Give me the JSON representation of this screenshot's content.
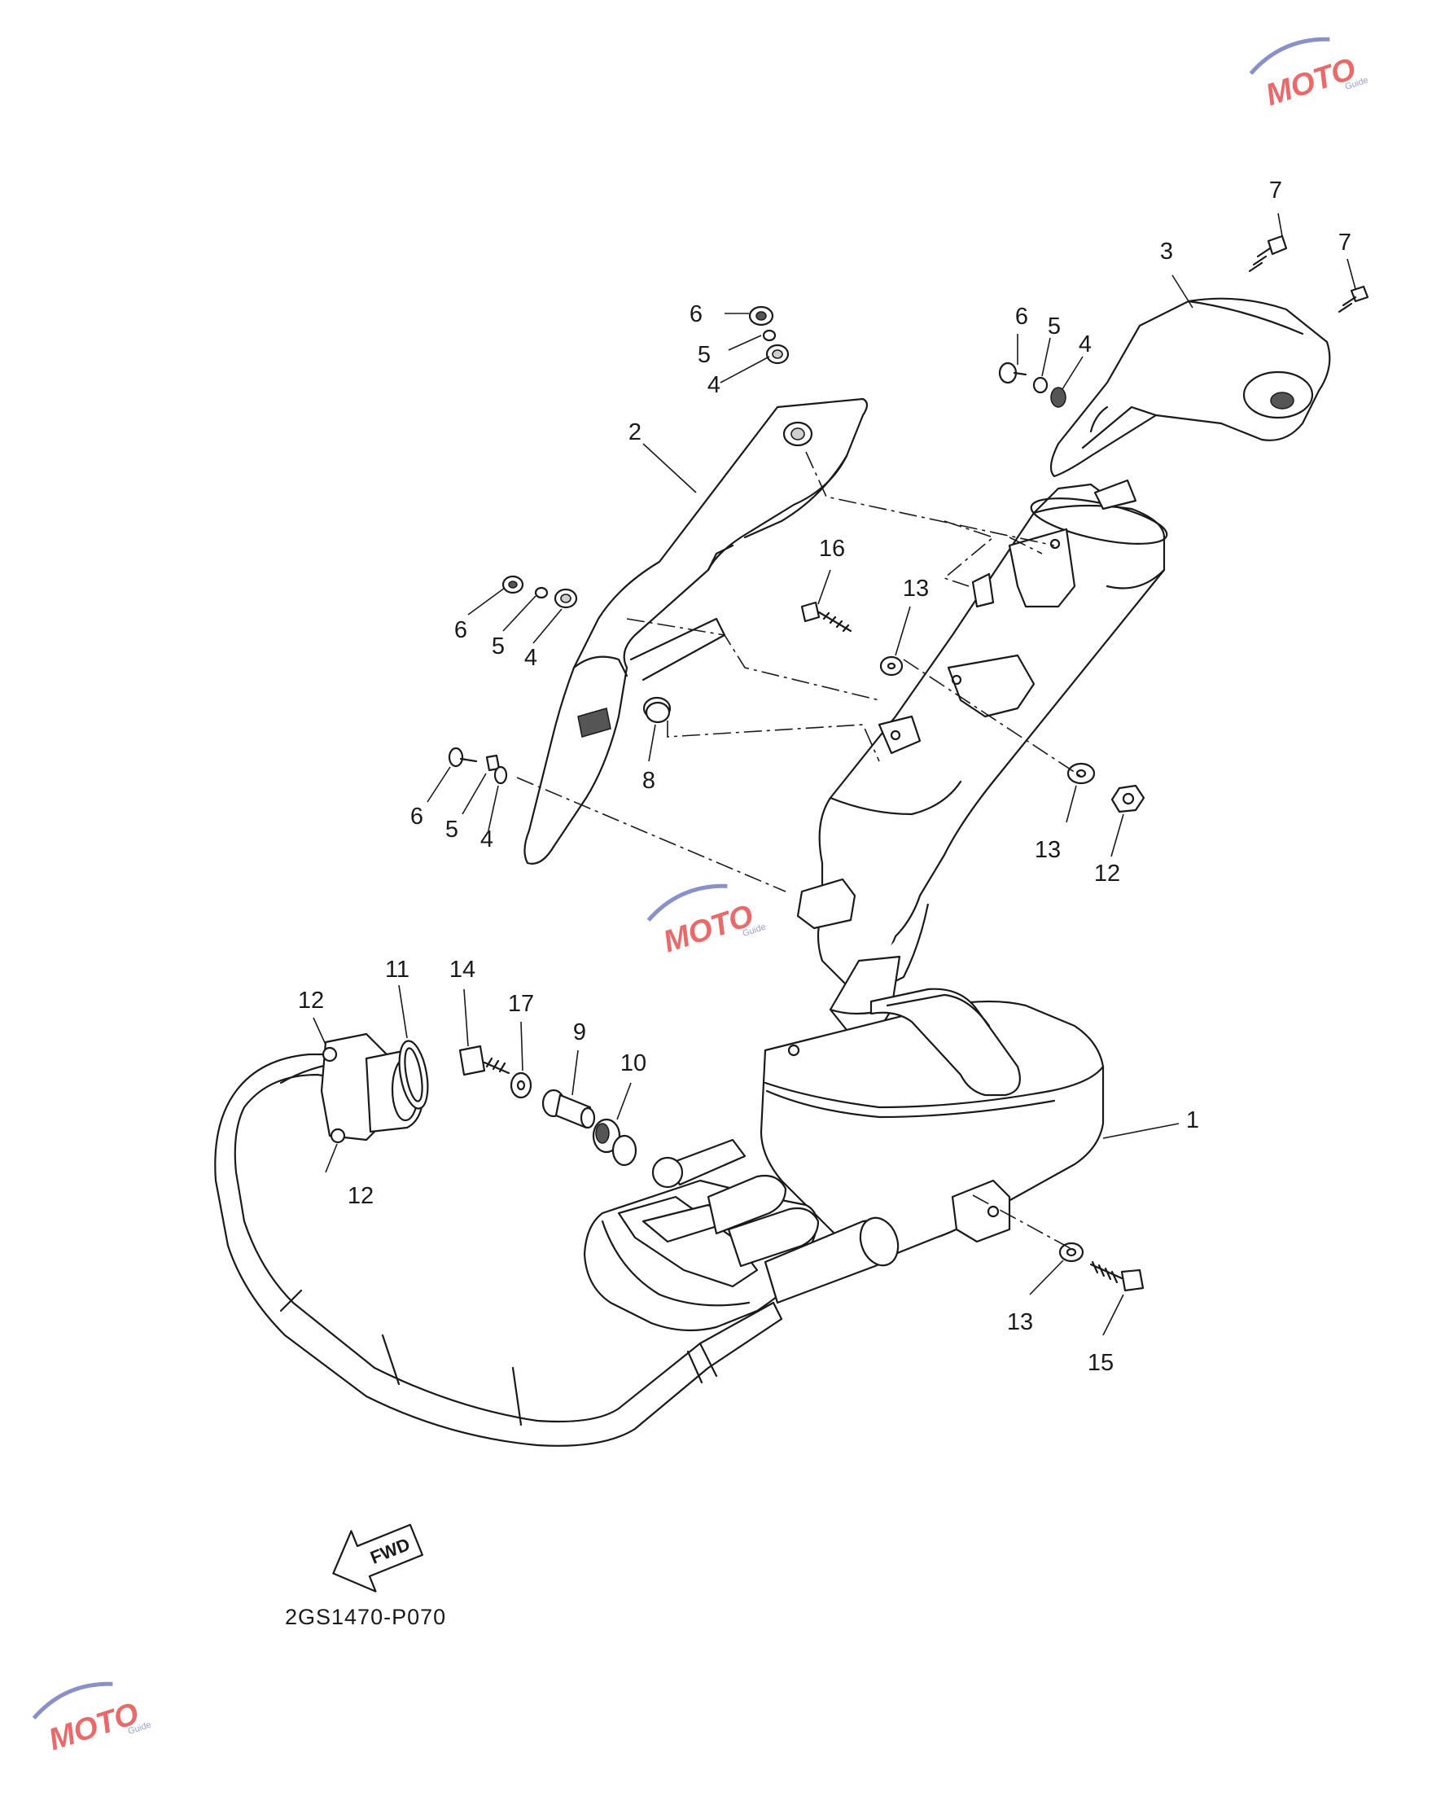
{
  "diagram": {
    "code": "2GS1470-P070",
    "fwd_label": "FWD",
    "callouts": [
      {
        "id": "c7a",
        "text": "7"
      },
      {
        "id": "c7b",
        "text": "7"
      },
      {
        "id": "c3",
        "text": "3"
      },
      {
        "id": "c6a",
        "text": "6"
      },
      {
        "id": "c5a",
        "text": "5"
      },
      {
        "id": "c4a",
        "text": "4"
      },
      {
        "id": "c6b",
        "text": "6"
      },
      {
        "id": "c5b",
        "text": "5"
      },
      {
        "id": "c4b",
        "text": "4"
      },
      {
        "id": "c2",
        "text": "2"
      },
      {
        "id": "c16",
        "text": "16"
      },
      {
        "id": "c13a",
        "text": "13"
      },
      {
        "id": "c6c",
        "text": "6"
      },
      {
        "id": "c5c",
        "text": "5"
      },
      {
        "id": "c4c",
        "text": "4"
      },
      {
        "id": "c8",
        "text": "8"
      },
      {
        "id": "c6d",
        "text": "6"
      },
      {
        "id": "c5d",
        "text": "5"
      },
      {
        "id": "c4d",
        "text": "4"
      },
      {
        "id": "c13b",
        "text": "13"
      },
      {
        "id": "c12a",
        "text": "12"
      },
      {
        "id": "c12b",
        "text": "12"
      },
      {
        "id": "c11",
        "text": "11"
      },
      {
        "id": "c14",
        "text": "14"
      },
      {
        "id": "c17",
        "text": "17"
      },
      {
        "id": "c9",
        "text": "9"
      },
      {
        "id": "c10",
        "text": "10"
      },
      {
        "id": "c1",
        "text": "1"
      },
      {
        "id": "c12c",
        "text": "12"
      },
      {
        "id": "c13c",
        "text": "13"
      },
      {
        "id": "c15",
        "text": "15"
      }
    ]
  },
  "watermark": {
    "text": "MOTO",
    "sub": "Guide",
    "color": "#e86a6a"
  }
}
